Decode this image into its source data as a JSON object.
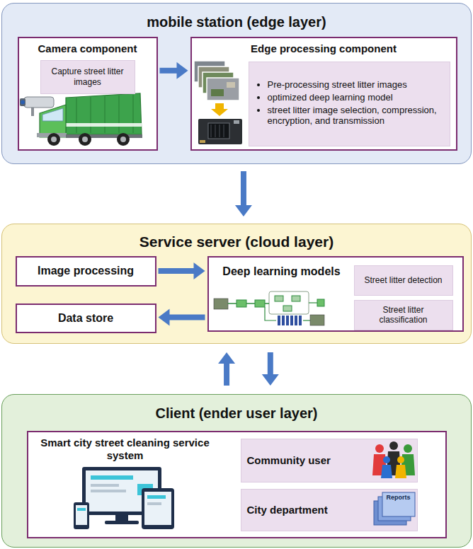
{
  "diagram": {
    "nodes": [
      {
        "text": [
          "mobile station (edge layer)"
        ]
      },
      {
        "text": [
          "Camera component"
        ],
        "in": 0
      },
      {
        "text": [
          "Capture street litter images"
        ],
        "in": 1
      },
      {
        "text": [
          "Edge processing component"
        ],
        "in": 0
      },
      {
        "text": [
          "Pre-processing street litter images",
          "optimized deep learning model",
          "street litter image selection, compression, encryption, and transmission"
        ],
        "in": 3
      },
      {
        "text": [
          "Service server (cloud layer)"
        ]
      },
      {
        "text": [
          "Image processing"
        ],
        "in": 5
      },
      {
        "text": [
          "Deep learning models"
        ],
        "in": 5
      },
      {
        "text": [
          "Street litter detection"
        ],
        "in": 7
      },
      {
        "text": [
          "Street litter classification"
        ],
        "in": 7
      },
      {
        "text": [
          "Data store"
        ],
        "in": 5
      },
      {
        "text": [
          "Client (ender user layer)"
        ]
      },
      {
        "text": [
          "Smart city street cleaning service system"
        ],
        "in": 11
      },
      {
        "text": [
          "Community user"
        ],
        "in": 12
      },
      {
        "text": [
          "City department"
        ],
        "in": 12
      }
    ],
    "edges": [
      {
        "from": 1,
        "to": 3,
        "arrow": "to"
      },
      {
        "from": 0,
        "to": 5,
        "arrow": "to"
      },
      {
        "from": 6,
        "to": 7,
        "arrow": "to"
      },
      {
        "from": 7,
        "to": 10,
        "arrow": "to"
      },
      {
        "from": 11,
        "to": 5,
        "arrow": "to"
      },
      {
        "from": 5,
        "to": 11,
        "arrow": "to"
      }
    ],
    "labels": [
      "Reports"
    ]
  }
}
